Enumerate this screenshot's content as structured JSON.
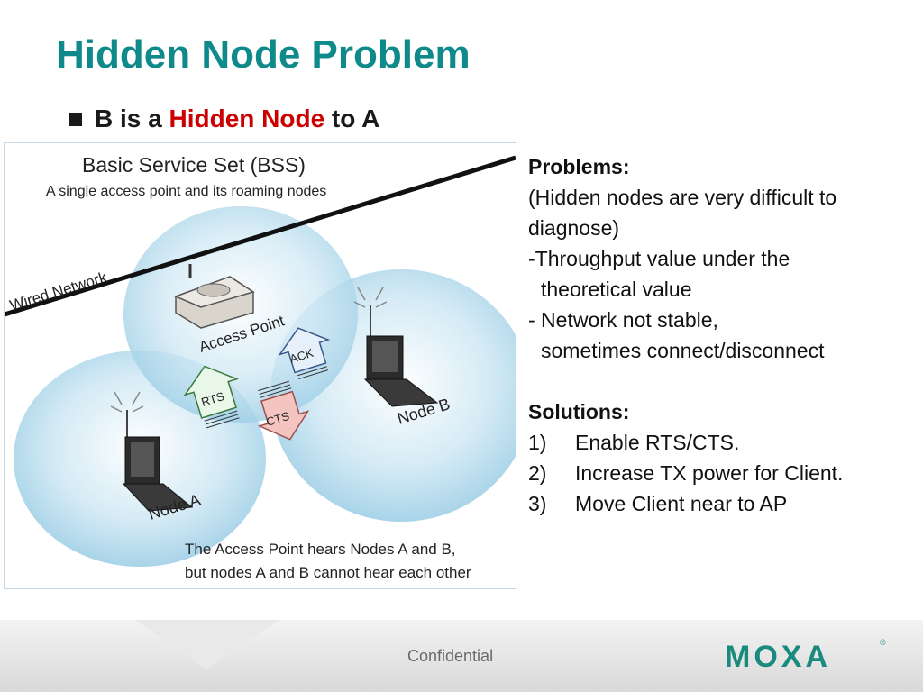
{
  "title": "Hidden Node Problem",
  "bullet": {
    "pre": "B is a ",
    "highlight": "Hidden Node",
    "post": " to A"
  },
  "diagram": {
    "bss_title": "Basic Service Set (BSS)",
    "bss_subtitle": "A single access point and its roaming nodes",
    "wired_network": "Wired Network",
    "access_point": "Access Point",
    "node_a": "Node A",
    "node_b": "Node B",
    "rts": "RTS",
    "cts": "CTS",
    "ack": "ACK",
    "caption_line1": "The Access Point hears Nodes A and B,",
    "caption_line2": "but nodes A and B cannot hear each other"
  },
  "panel": {
    "problems_heading": "Problems:",
    "note_line1": "(Hidden nodes are very difficult to",
    "note_line2": "diagnose)",
    "item1_line1": "-Throughput value under the",
    "item1_line2": "theoretical value",
    "item2_line1": "- Network not stable,",
    "item2_line2": "sometimes connect/disconnect",
    "solutions_heading": "Solutions:",
    "solutions": [
      {
        "num": "1)",
        "text": "Enable RTS/CTS."
      },
      {
        "num": "2)",
        "text": "Increase TX power for Client."
      },
      {
        "num": "3)",
        "text": "Move Client near to AP"
      }
    ]
  },
  "footer": {
    "confidential": "Confidential",
    "logo": "MOXA",
    "reg": "®"
  },
  "colors": {
    "title": "#0f8a8a",
    "highlight": "#cc0000",
    "bubble": "#c7e3f1",
    "brand": "#1a8a7e"
  }
}
